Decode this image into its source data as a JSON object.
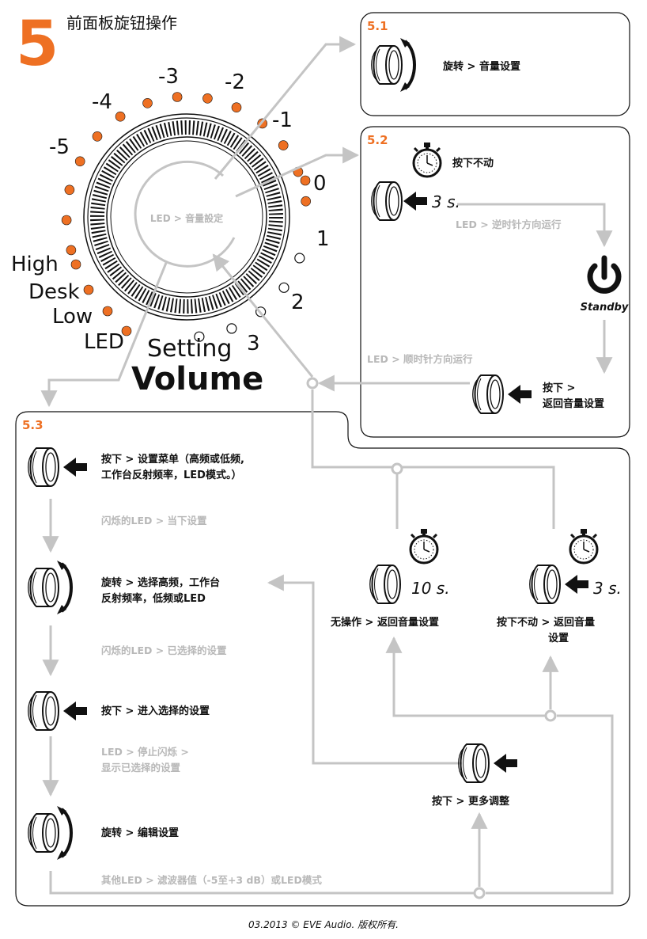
{
  "header": {
    "number": "5",
    "title": "前面板旋钮操作"
  },
  "dial": {
    "center_label": "LED > 音量設定",
    "numbers": [
      "-5",
      "-4",
      "-3",
      "-2",
      "-1",
      "0",
      "1",
      "2",
      "3"
    ],
    "side_labels": [
      "High",
      "Desk",
      "Low",
      "LED"
    ],
    "setting": "Setting",
    "volume": "Volume"
  },
  "s51": {
    "num": "5.1",
    "label": "旋转 > 音量设置"
  },
  "s52": {
    "num": "5.2",
    "press_hold": "按下不动",
    "seconds": "3 s.",
    "led_ccw": "LED > 逆时针方向运行",
    "standby": "Standby",
    "led_cw": "LED > 顺时针方向运行",
    "press_back_1": "按下 >",
    "press_back_2": "返回音量设置"
  },
  "s53": {
    "num": "5.3",
    "step1_l1": "按下 > 设置菜单（高频或低频,",
    "step1_l2": "工作台反射频率，LED模式。）",
    "note1": "闪烁的LED > 当下设置",
    "step2_l1": "旋转 > 选择高频，工作台",
    "step2_l2": "反射频率，低频或LED",
    "note2": "闪烁的LED > 已选择的设置",
    "step3": "按下 > 进入选择的设置",
    "note3_l1": "LED > 停止闪烁 >",
    "note3_l2": "显示已选择的设置",
    "step4": "旋转 > 编辑设置",
    "note4": "其他LED > 滤波器值（-5至+3 dB）或LED模式",
    "timer10": "10 s.",
    "no_op": "无操作 > 返回音量设置",
    "timer3": "3 s.",
    "hold_back_l1": "按下不动 > 返回音量",
    "hold_back_l2": "设置",
    "more": "按下 > 更多调整"
  },
  "footer": "03.2013 © EVE Audio. 版权所有.",
  "colors": {
    "accent": "#ee7023",
    "gray": "#c4c4c4",
    "dark": "#111111"
  }
}
